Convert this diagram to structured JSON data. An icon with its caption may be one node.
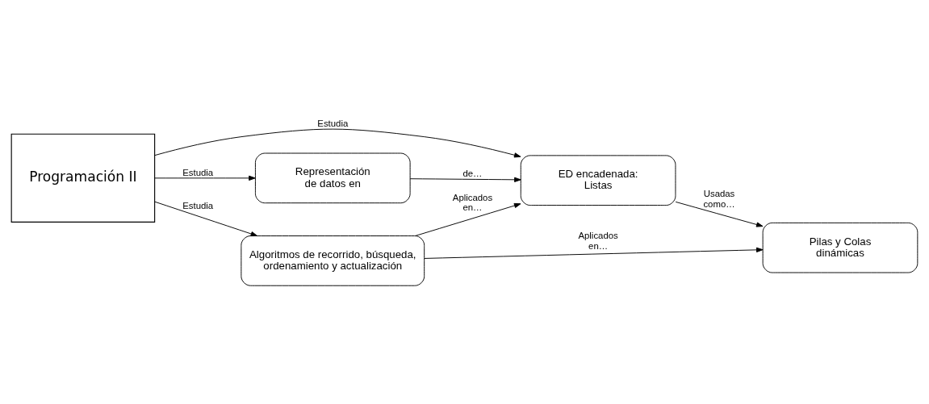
{
  "diagram": {
    "nodes": [
      {
        "text": [
          "Programación II"
        ]
      },
      {
        "text": [
          "ED encadenada: Listas"
        ]
      },
      {
        "text": [
          "Representación de datos en"
        ]
      },
      {
        "text": [
          "Pilas y Colas dinámicas"
        ]
      },
      {
        "text": [
          "Algoritmos de recorrido, búsqueda, ordenamiento y actualización"
        ]
      }
    ],
    "edges": [
      {
        "from": 0,
        "to": 1,
        "arrow": "to",
        "label": "Estudia"
      },
      {
        "from": 0,
        "to": 2,
        "arrow": "to",
        "label": "Estudia"
      },
      {
        "from": 0,
        "to": 4,
        "arrow": "to",
        "label": "Estudia"
      },
      {
        "from": 2,
        "to": 1,
        "arrow": "to",
        "label": "de…"
      },
      {
        "from": 1,
        "to": 3,
        "arrow": "to",
        "label": "Usadas como…"
      },
      {
        "from": 4,
        "to": 1,
        "arrow": "to",
        "label": "Aplicados en…"
      },
      {
        "from": 4,
        "to": 3,
        "arrow": "to",
        "label": "Aplicados en…"
      }
    ]
  }
}
